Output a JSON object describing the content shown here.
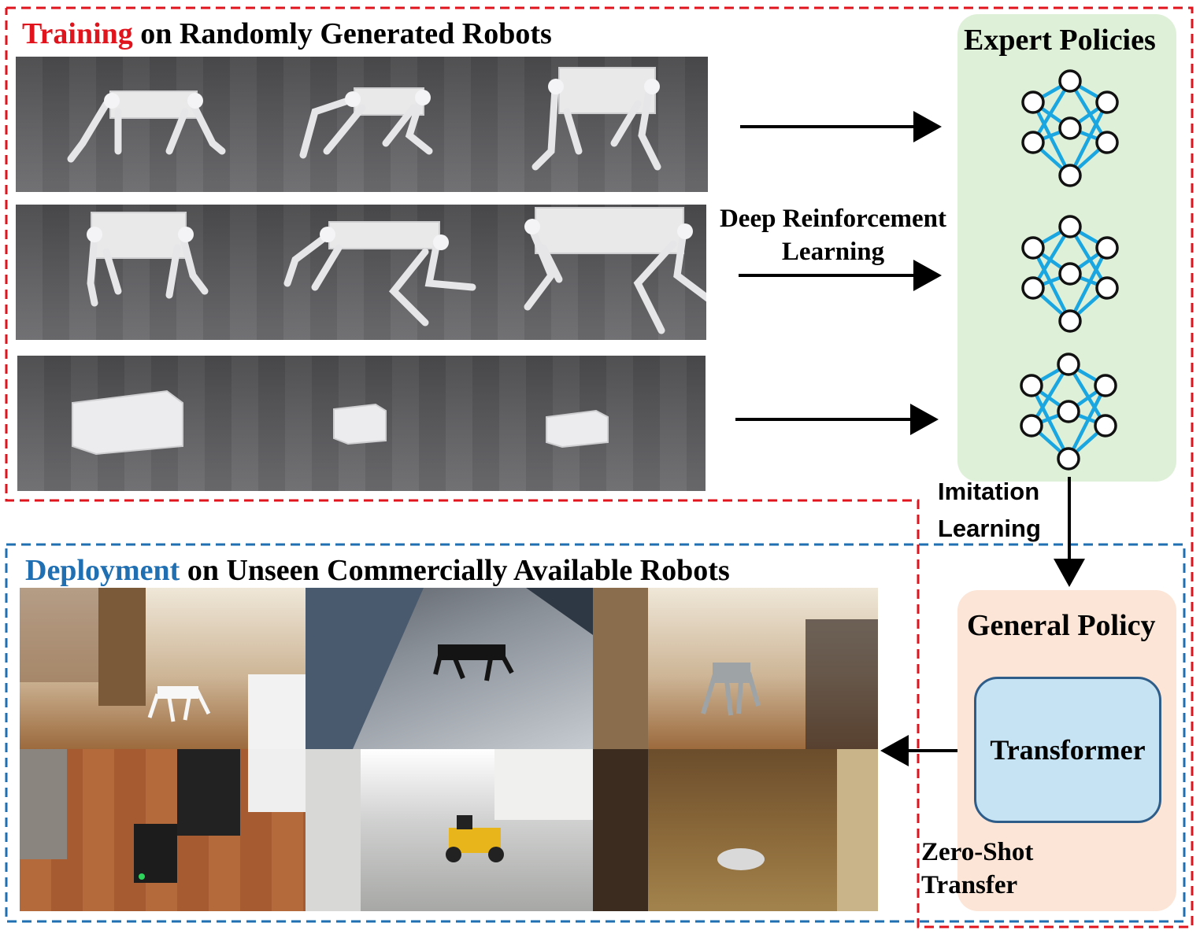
{
  "training_title": {
    "highlight": "Training",
    "rest": " on Randomly Generated Robots"
  },
  "deployment_title": {
    "highlight": "Deployment",
    "rest": " on Unseen Commercially Available Robots"
  },
  "expert_policies_label": "Expert Policies",
  "drl_label": {
    "line1": "Deep Reinforcement",
    "line2": "Learning"
  },
  "imitation_label": {
    "line1": "Imitation",
    "line2": "Learning"
  },
  "general_policy_label": "General Policy",
  "transformer_label": "Transformer",
  "zero_shot_label": {
    "line1": "Zero-Shot",
    "line2": "Transfer"
  },
  "colors": {
    "training_accent": "#e0141c",
    "deployment_accent": "#1f6fb2",
    "expert_bg": "#dff0d8",
    "general_bg": "#fce5d6",
    "transformer_bg": "#c6e3f3",
    "network_edge": "#1aa6e0",
    "training_border": "#e0141c",
    "deployment_border": "#1f6fb2"
  },
  "icons": [
    "neural-network-icon",
    "arrow-right-icon",
    "arrow-down-icon",
    "arrow-left-icon"
  ]
}
